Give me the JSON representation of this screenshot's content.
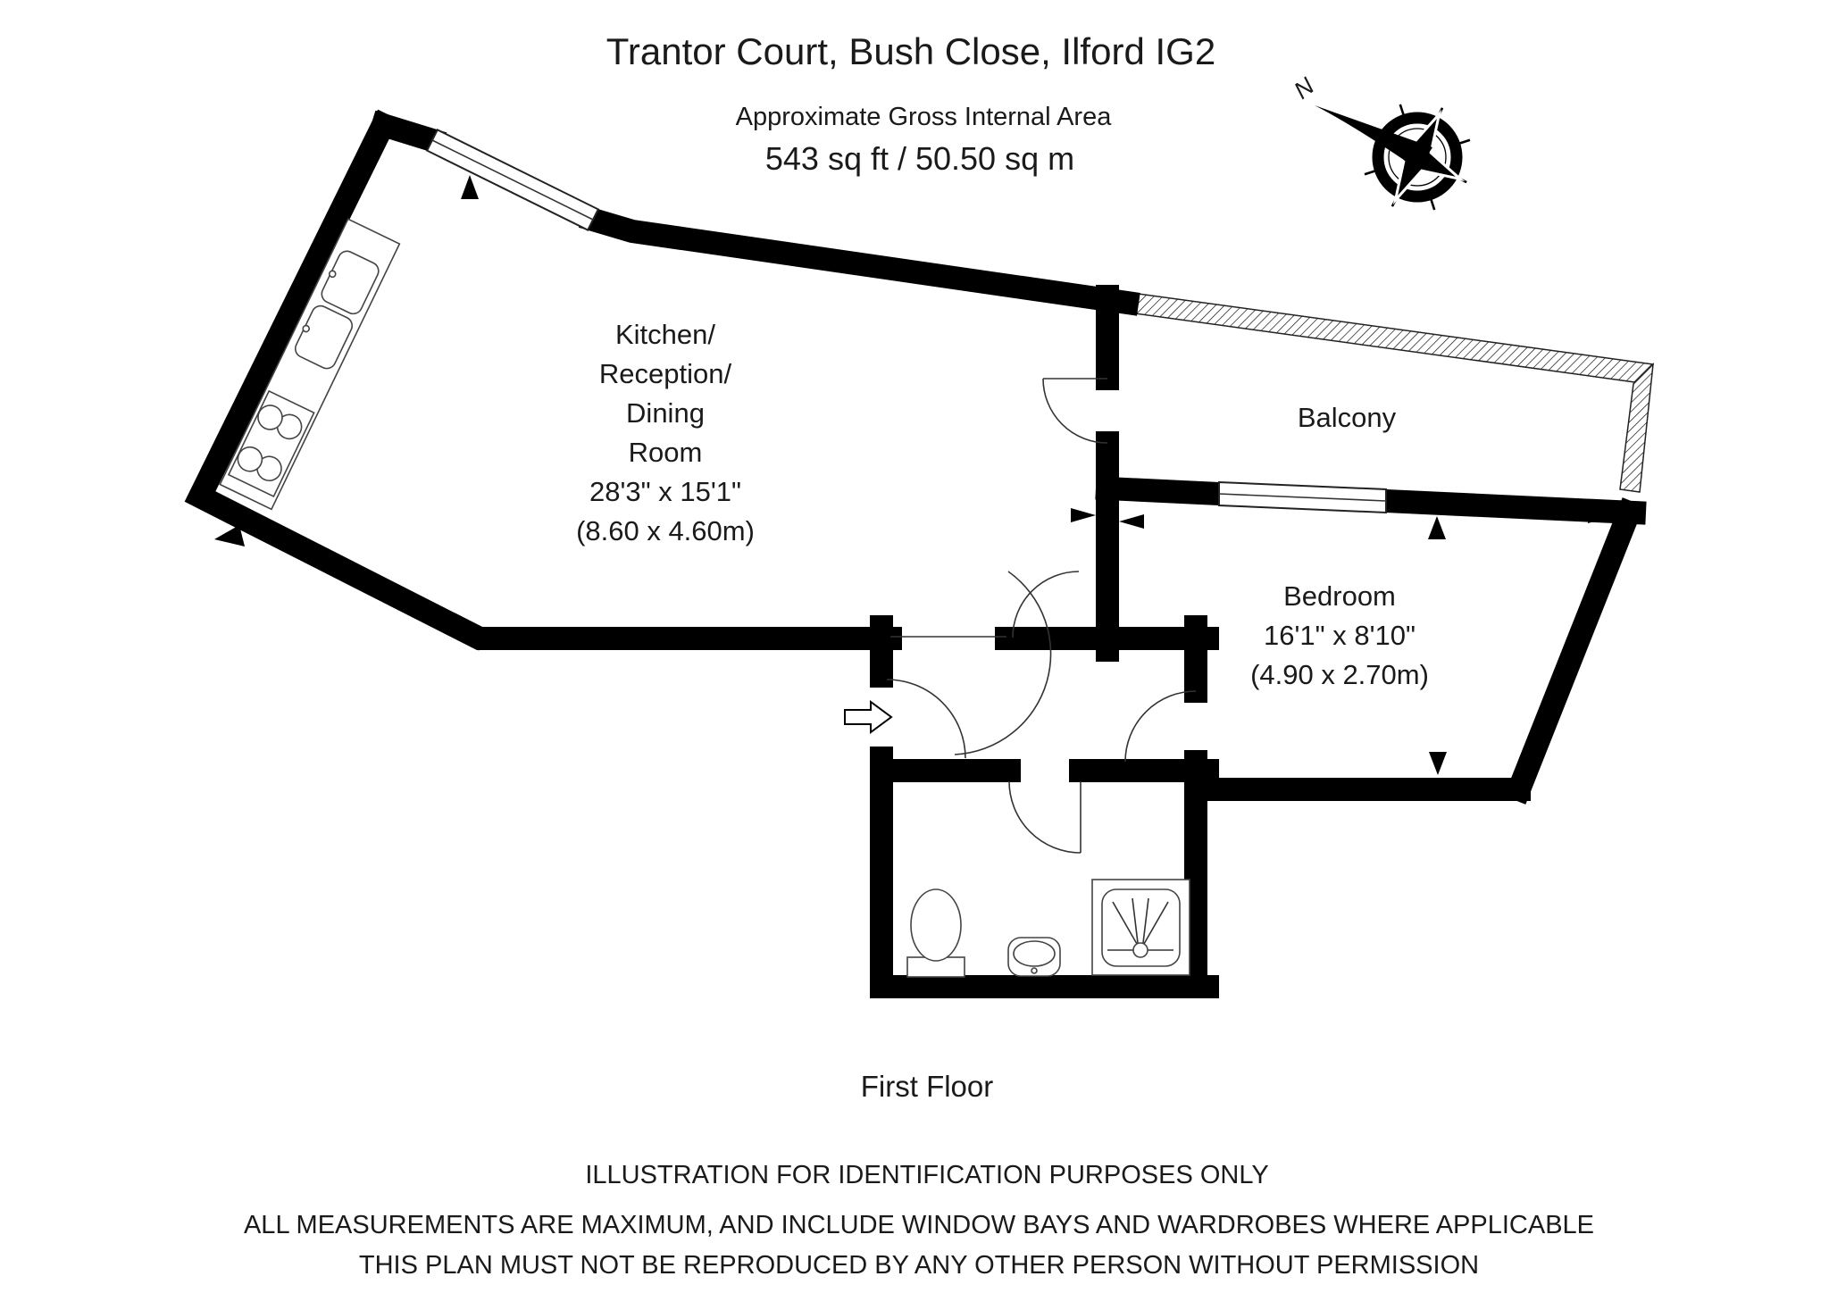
{
  "header": {
    "title": "Trantor Court, Bush Close, Ilford  IG2",
    "subtitle": "Approximate Gross Internal Area",
    "area": "543 sq ft  /  50.50 sq m"
  },
  "compass": {
    "north_label": "N"
  },
  "rooms": {
    "kitchen": {
      "name_lines": [
        "Kitchen/",
        "Reception/",
        "Dining",
        "Room"
      ],
      "dimensions_imperial": "28'3\" x 15'1\"",
      "dimensions_metric": "(8.60 x 4.60m)"
    },
    "balcony": {
      "name": "Balcony"
    },
    "bedroom": {
      "name": "Bedroom",
      "dimensions_imperial": "16'1\" x 8'10\"",
      "dimensions_metric": "(4.90 x 2.70m)"
    }
  },
  "footer": {
    "floor_label": "First Floor",
    "disclaimer_1": "ILLUSTRATION FOR IDENTIFICATION PURPOSES ONLY",
    "disclaimer_2": "ALL MEASUREMENTS ARE MAXIMUM, AND INCLUDE WINDOW BAYS AND WARDROBES WHERE APPLICABLE",
    "disclaimer_3": "THIS PLAN MUST NOT BE REPRODUCED BY ANY OTHER PERSON WITHOUT PERMISSION"
  },
  "colors": {
    "wall": "#000000",
    "background": "#ffffff",
    "text": "#1a1a1a"
  }
}
